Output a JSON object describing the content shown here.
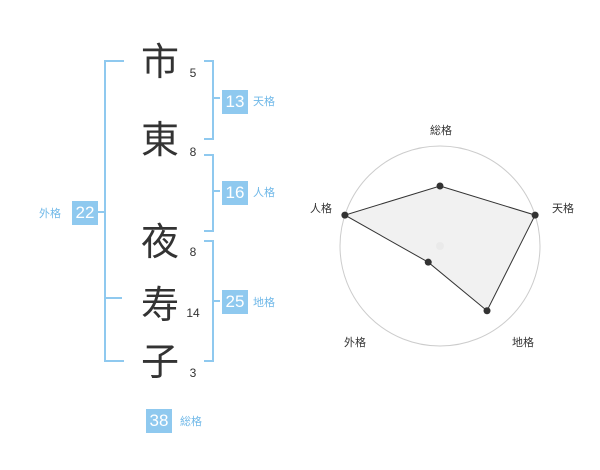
{
  "name": {
    "characters": [
      {
        "char": "市",
        "strokes": "5"
      },
      {
        "char": "東",
        "strokes": "8"
      },
      {
        "char": "夜",
        "strokes": "8"
      },
      {
        "char": "寿",
        "strokes": "14"
      },
      {
        "char": "子",
        "strokes": "3"
      }
    ]
  },
  "fortunes": {
    "tenkaku": {
      "value": "13",
      "label": "天格"
    },
    "jinkaku": {
      "value": "16",
      "label": "人格"
    },
    "chikaku": {
      "value": "25",
      "label": "地格"
    },
    "gaikaku": {
      "value": "22",
      "label": "外格"
    },
    "soukaku": {
      "value": "38",
      "label": "総格"
    }
  },
  "radar": {
    "axes": [
      "総格",
      "天格",
      "地格",
      "外格",
      "人格"
    ],
    "scores": [
      3,
      5,
      4,
      1,
      5
    ],
    "max": 5,
    "ring_color": "#cccccc",
    "fill_color": "#eeeeee",
    "line_color": "#333333"
  }
}
